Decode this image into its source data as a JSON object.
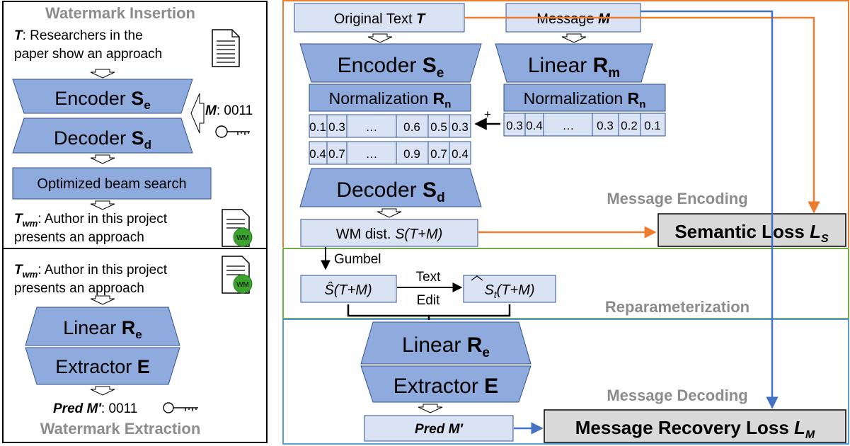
{
  "colors": {
    "block_blue": "#8faadc",
    "block_border": "#2f528f",
    "light_box": "#dae3f3",
    "orange": "#ed7d31",
    "blue_arrow": "#4472c4",
    "green": "#70ad47",
    "light_blue_line": "#5b9bd5",
    "grey_loss_box": "#d9d9d9",
    "section_title_grey": "#8c8c8c",
    "wm_badge": "#3aa32e"
  },
  "left_panel": {
    "insertion_title": "Watermark Insertion",
    "input_text_label": "T",
    "input_text_line1": ": Researchers in the",
    "input_text_line2": "paper show an approach",
    "encoder_label": "Encoder ",
    "encoder_symbol": "S",
    "encoder_sub": "e",
    "decoder_label": "Decoder ",
    "decoder_symbol": "S",
    "decoder_sub": "d",
    "message_label": "M",
    "message_value": ": 0011",
    "beam_search_label": "Optimized beam search",
    "output_label": "T",
    "output_sub": "wm",
    "output_line1": ": Author in this project",
    "output_line2": "presents an approach",
    "wm_badge_text": "WM",
    "extraction_input_label": "T",
    "extraction_input_sub": "wm",
    "extraction_input_line1": ": Author in this project",
    "extraction_input_line2": "presents an approach",
    "linear_label": "Linear ",
    "linear_symbol": "R",
    "linear_sub": "e",
    "extractor_label": "Extractor ",
    "extractor_symbol": "E",
    "pred_label": "Pred M′",
    "pred_value": ": 0011",
    "extraction_title": "Watermark Extraction"
  },
  "right_panel": {
    "original_text_label": "Original Text ",
    "original_text_symbol": "T",
    "message_label": "Message ",
    "message_symbol": "M",
    "encoder_label": "Encoder ",
    "encoder_symbol": "S",
    "encoder_sub": "e",
    "linear_m_label": "Linear ",
    "linear_m_symbol": "R",
    "linear_m_sub": "m",
    "norm_label": "Normalization ",
    "norm_symbol": "R",
    "norm_sub": "n",
    "plus_sign": "+",
    "vector_text": [
      "0.1",
      "0.3",
      "…",
      "0.6",
      "0.5",
      "0.3"
    ],
    "vector_message": [
      "0.3",
      "0.4",
      "…",
      "0.3",
      "0.2",
      "0.1"
    ],
    "vector_sum": [
      "0.4",
      "0.7",
      "…",
      "0.9",
      "0.7",
      "0.4"
    ],
    "decoder_label": "Decoder ",
    "decoder_symbol": "S",
    "decoder_sub": "d",
    "section_message_encoding": "Message Encoding",
    "wm_dist_label": "WM dist. ",
    "wm_dist_formula": "S(T+M)",
    "semantic_loss_label": "Semantic Loss ",
    "semantic_loss_symbol": "L",
    "semantic_loss_sub": "S",
    "gumbel_label": "Gumbel",
    "s_hat_formula": "Ŝ(T+M)",
    "text_edit_line1": "Text",
    "text_edit_line2": "Edit",
    "s_hat_t_symbol": "S",
    "s_hat_t_sub": "t",
    "s_hat_t_rest": "(T+M)",
    "section_reparameterization": "Reparameterization",
    "linear_e_label": "Linear ",
    "linear_e_symbol": "R",
    "linear_e_sub": "e",
    "extractor_label": "Extractor ",
    "extractor_symbol": "E",
    "section_message_decoding": "Message Decoding",
    "pred_label": "Pred M′",
    "recovery_loss_label": "Message Recovery Loss ",
    "recovery_loss_symbol": "L",
    "recovery_loss_sub": "M"
  }
}
